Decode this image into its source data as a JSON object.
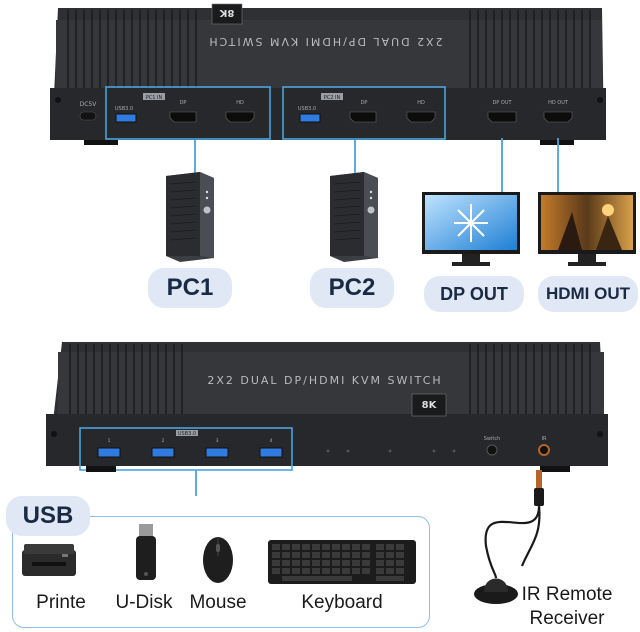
{
  "top_device": {
    "model_text": "2X2 DUAL DP/HDMI KVM SWITCH",
    "badge": "8K",
    "port_labels": {
      "dc": "DC5V",
      "usb": "USB3.0",
      "dp": "DP",
      "hd": "HD",
      "pc1_tag": "PC1 IN",
      "pc2_tag": "PC2 IN",
      "dp_out": "DP OUT",
      "hd_out": "HD OUT"
    }
  },
  "bottom_device": {
    "model_text": "2X2 DUAL DP/HDMI KVM SWITCH",
    "badge": "8K",
    "usb_tag": "USB3.0",
    "port_numbers": [
      "1",
      "2",
      "3",
      "4"
    ],
    "switch_label": "Switch",
    "ir_label": "IR"
  },
  "callouts": {
    "pc1": "PC1",
    "pc2": "PC2",
    "dp_out": "DP OUT",
    "hdmi_out": "HDMI OUT",
    "usb": "USB"
  },
  "peripherals": [
    "Printe",
    "U-Disk",
    "Mouse",
    "Keyboard"
  ],
  "ir_receiver": {
    "line1": "IR Remote",
    "line2": "Receiver"
  },
  "colors": {
    "accent_line": "#4aa3df",
    "pill_bg": "#dfe8f4",
    "device_body": "#2e3034"
  }
}
